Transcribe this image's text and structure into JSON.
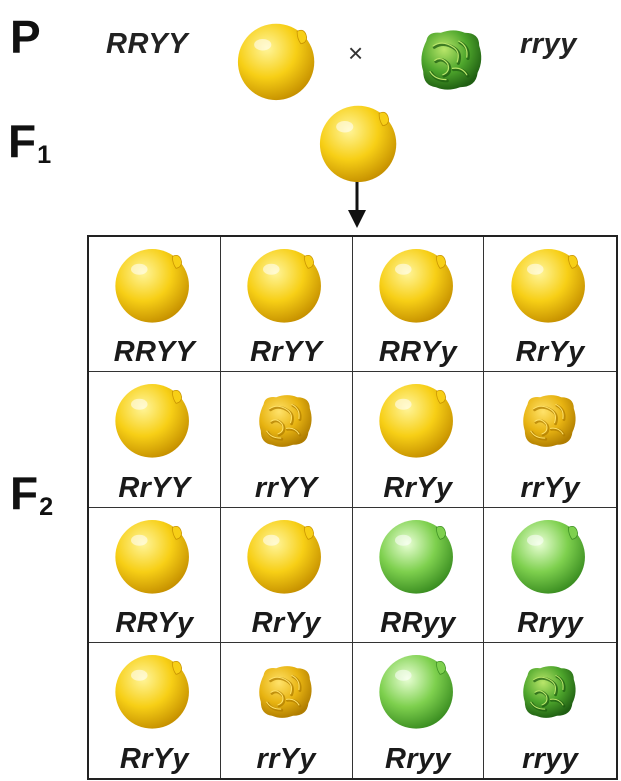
{
  "labels": {
    "p": "P",
    "f1_base": "F",
    "f1_sub": "1",
    "f2_base": "F",
    "f2_sub": "2"
  },
  "cross_symbol": "×",
  "parents": [
    {
      "genotype": "RRYY",
      "color": "yellow",
      "shape": "round"
    },
    {
      "genotype": "rryy",
      "color": "green",
      "shape": "wrinkled"
    }
  ],
  "f1": {
    "color": "yellow",
    "shape": "round"
  },
  "punnett": [
    {
      "genotype": "RRYY",
      "color": "yellow",
      "shape": "round"
    },
    {
      "genotype": "RrYY",
      "color": "yellow",
      "shape": "round"
    },
    {
      "genotype": "RRYy",
      "color": "yellow",
      "shape": "round"
    },
    {
      "genotype": "RrYy",
      "color": "yellow",
      "shape": "round"
    },
    {
      "genotype": "RrYY",
      "color": "yellow",
      "shape": "round"
    },
    {
      "genotype": "rrYY",
      "color": "yellow",
      "shape": "wrinkled"
    },
    {
      "genotype": "RrYy",
      "color": "yellow",
      "shape": "round"
    },
    {
      "genotype": "rrYy",
      "color": "yellow",
      "shape": "wrinkled"
    },
    {
      "genotype": "RRYy",
      "color": "yellow",
      "shape": "round"
    },
    {
      "genotype": "RrYy",
      "color": "yellow",
      "shape": "round"
    },
    {
      "genotype": "RRyy",
      "color": "green",
      "shape": "round"
    },
    {
      "genotype": "Rryy",
      "color": "green",
      "shape": "round"
    },
    {
      "genotype": "RrYy",
      "color": "yellow",
      "shape": "round"
    },
    {
      "genotype": "rrYy",
      "color": "yellow",
      "shape": "wrinkled"
    },
    {
      "genotype": "Rryy",
      "color": "green",
      "shape": "round"
    },
    {
      "genotype": "rryy",
      "color": "green",
      "shape": "wrinkled"
    }
  ],
  "colors": {
    "yellow_light": "#fff59a",
    "yellow_mid": "#f7cf16",
    "yellow_dark": "#c79200",
    "green_light": "#e9ffd5",
    "green_mid": "#7ed04e",
    "green_dark": "#3c8f22",
    "wrinkled_green_light": "#b9e66a",
    "wrinkled_green_mid": "#4ea62c",
    "wrinkled_green_dark": "#1f5e12",
    "wrinkled_yellow_light": "#ffe26a",
    "wrinkled_yellow_mid": "#e8b412",
    "wrinkled_yellow_dark": "#b07d00",
    "grid_line": "#222222"
  }
}
